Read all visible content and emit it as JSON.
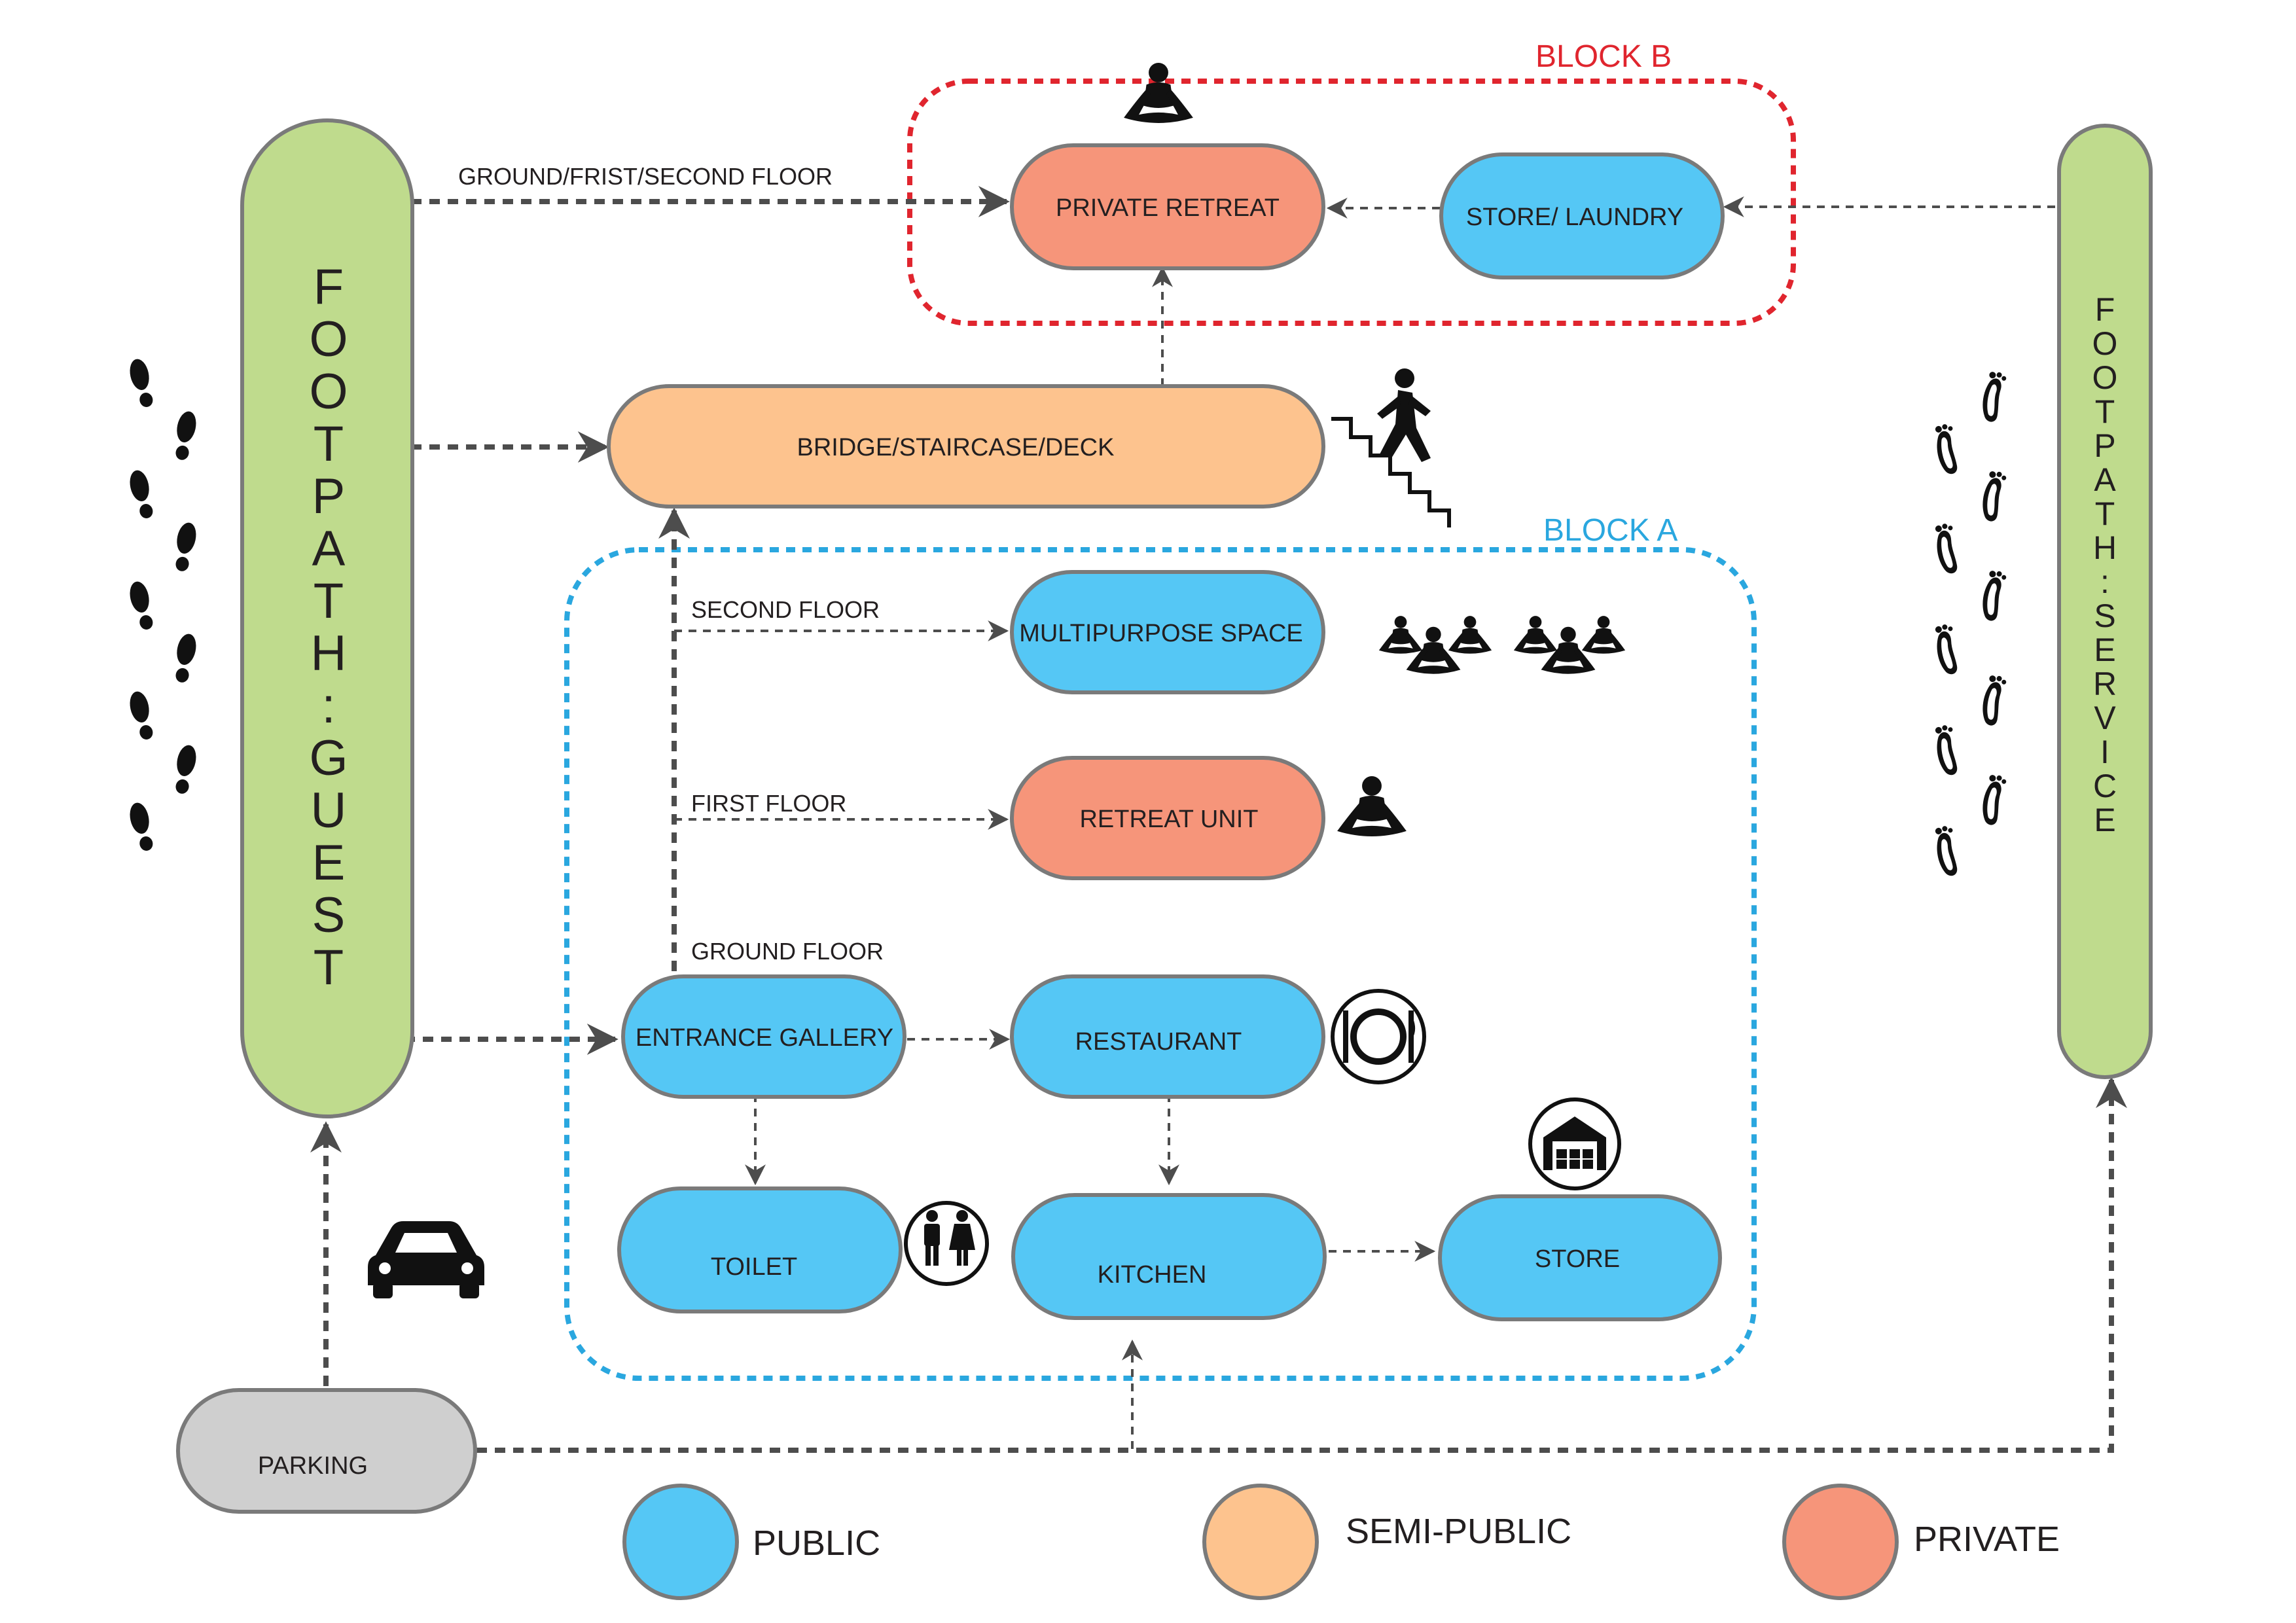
{
  "colors": {
    "public": "#55c7f5",
    "semi_public": "#fdc38e",
    "private": "#f6957a",
    "footpath": "#bfdb8d",
    "parking": "#cfcfcf",
    "block_a": "#2aa7df",
    "block_b": "#e0252e",
    "node_border": "#7a7a7a",
    "arrow": "#4d4d4d"
  },
  "blocks": {
    "block_a": "BLOCK A",
    "block_b": "BLOCK B"
  },
  "footpaths": {
    "guest": [
      "F",
      "O",
      "O",
      "T",
      "P",
      "A",
      "T",
      "H",
      ":",
      "G",
      "U",
      "E",
      "S",
      "T"
    ],
    "service": [
      "F",
      "O",
      "O",
      "T",
      "P",
      "A",
      "T",
      "H",
      ":",
      "S",
      "E",
      "R",
      "V",
      "I",
      "C",
      "E"
    ]
  },
  "nodes": {
    "private_retreat": "PRIVATE RETREAT",
    "store_laundry": "STORE/ LAUNDRY",
    "bridge": "BRIDGE/STAIRCASE/DECK",
    "multipurpose": "MULTIPURPOSE SPACE",
    "retreat_unit": "RETREAT UNIT",
    "entrance_gallery": "ENTRANCE GALLERY",
    "restaurant": "RESTAURANT",
    "toilet": "TOILET",
    "kitchen": "KITCHEN",
    "store": "STORE",
    "parking": "PARKING"
  },
  "floor_labels": {
    "ground_first_second": "GROUND/FRIST/SECOND FLOOR",
    "second": "SECOND FLOOR",
    "first": "FIRST FLOOR",
    "ground": "GROUND FLOOR"
  },
  "legend": {
    "public": "PUBLIC",
    "semi_public": "SEMI-PUBLIC",
    "private": "PRIVATE"
  },
  "icons": {
    "meditation_top": "meditation-icon",
    "stairs": "climbing-stairs-icon",
    "group": "group-meditation-icon",
    "meditation_unit": "meditation-icon",
    "dining": "plate-cutlery-icon",
    "warehouse": "warehouse-icon",
    "restroom": "restroom-icon",
    "car": "car-icon",
    "footprints_guest": "shoe-footprints-icon",
    "footprints_service": "bare-footprints-icon"
  }
}
